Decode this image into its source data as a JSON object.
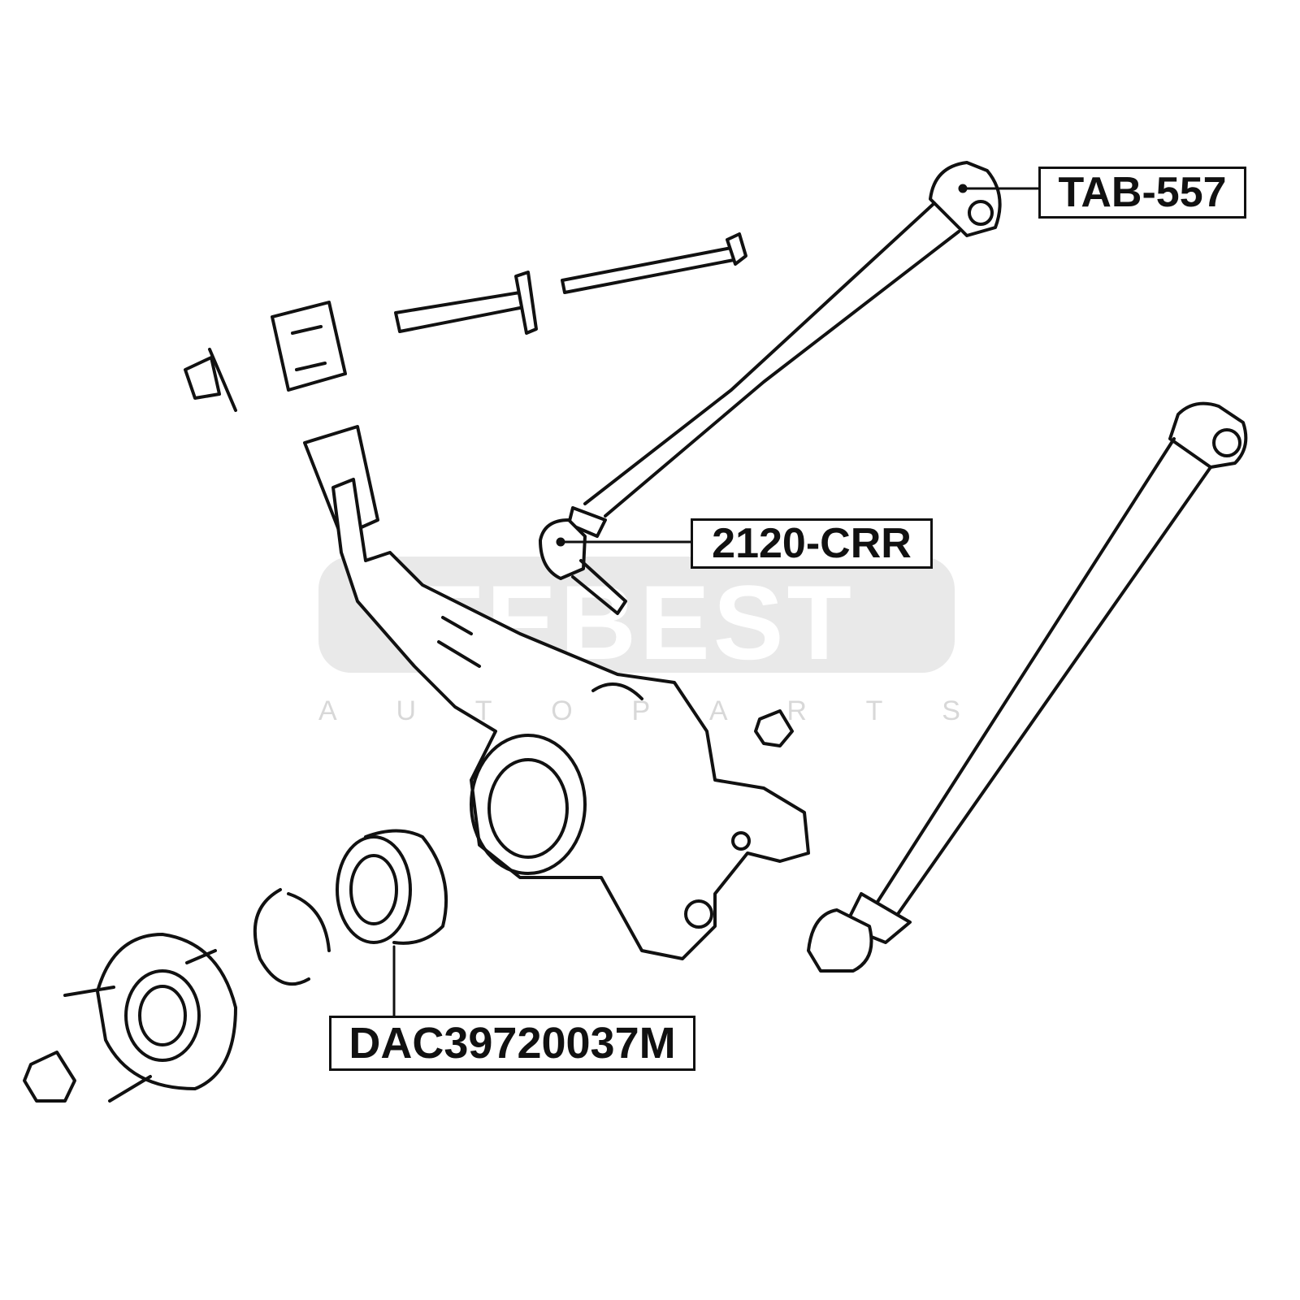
{
  "watermark": {
    "brand": "FEBEST",
    "sub": [
      "A",
      "U",
      "T",
      "O",
      "P",
      "A",
      "R",
      "T",
      "S"
    ]
  },
  "labels": {
    "arm": "TAB-557",
    "ball_joint": "2120-CRR",
    "bearing": "DAC39720037M"
  }
}
